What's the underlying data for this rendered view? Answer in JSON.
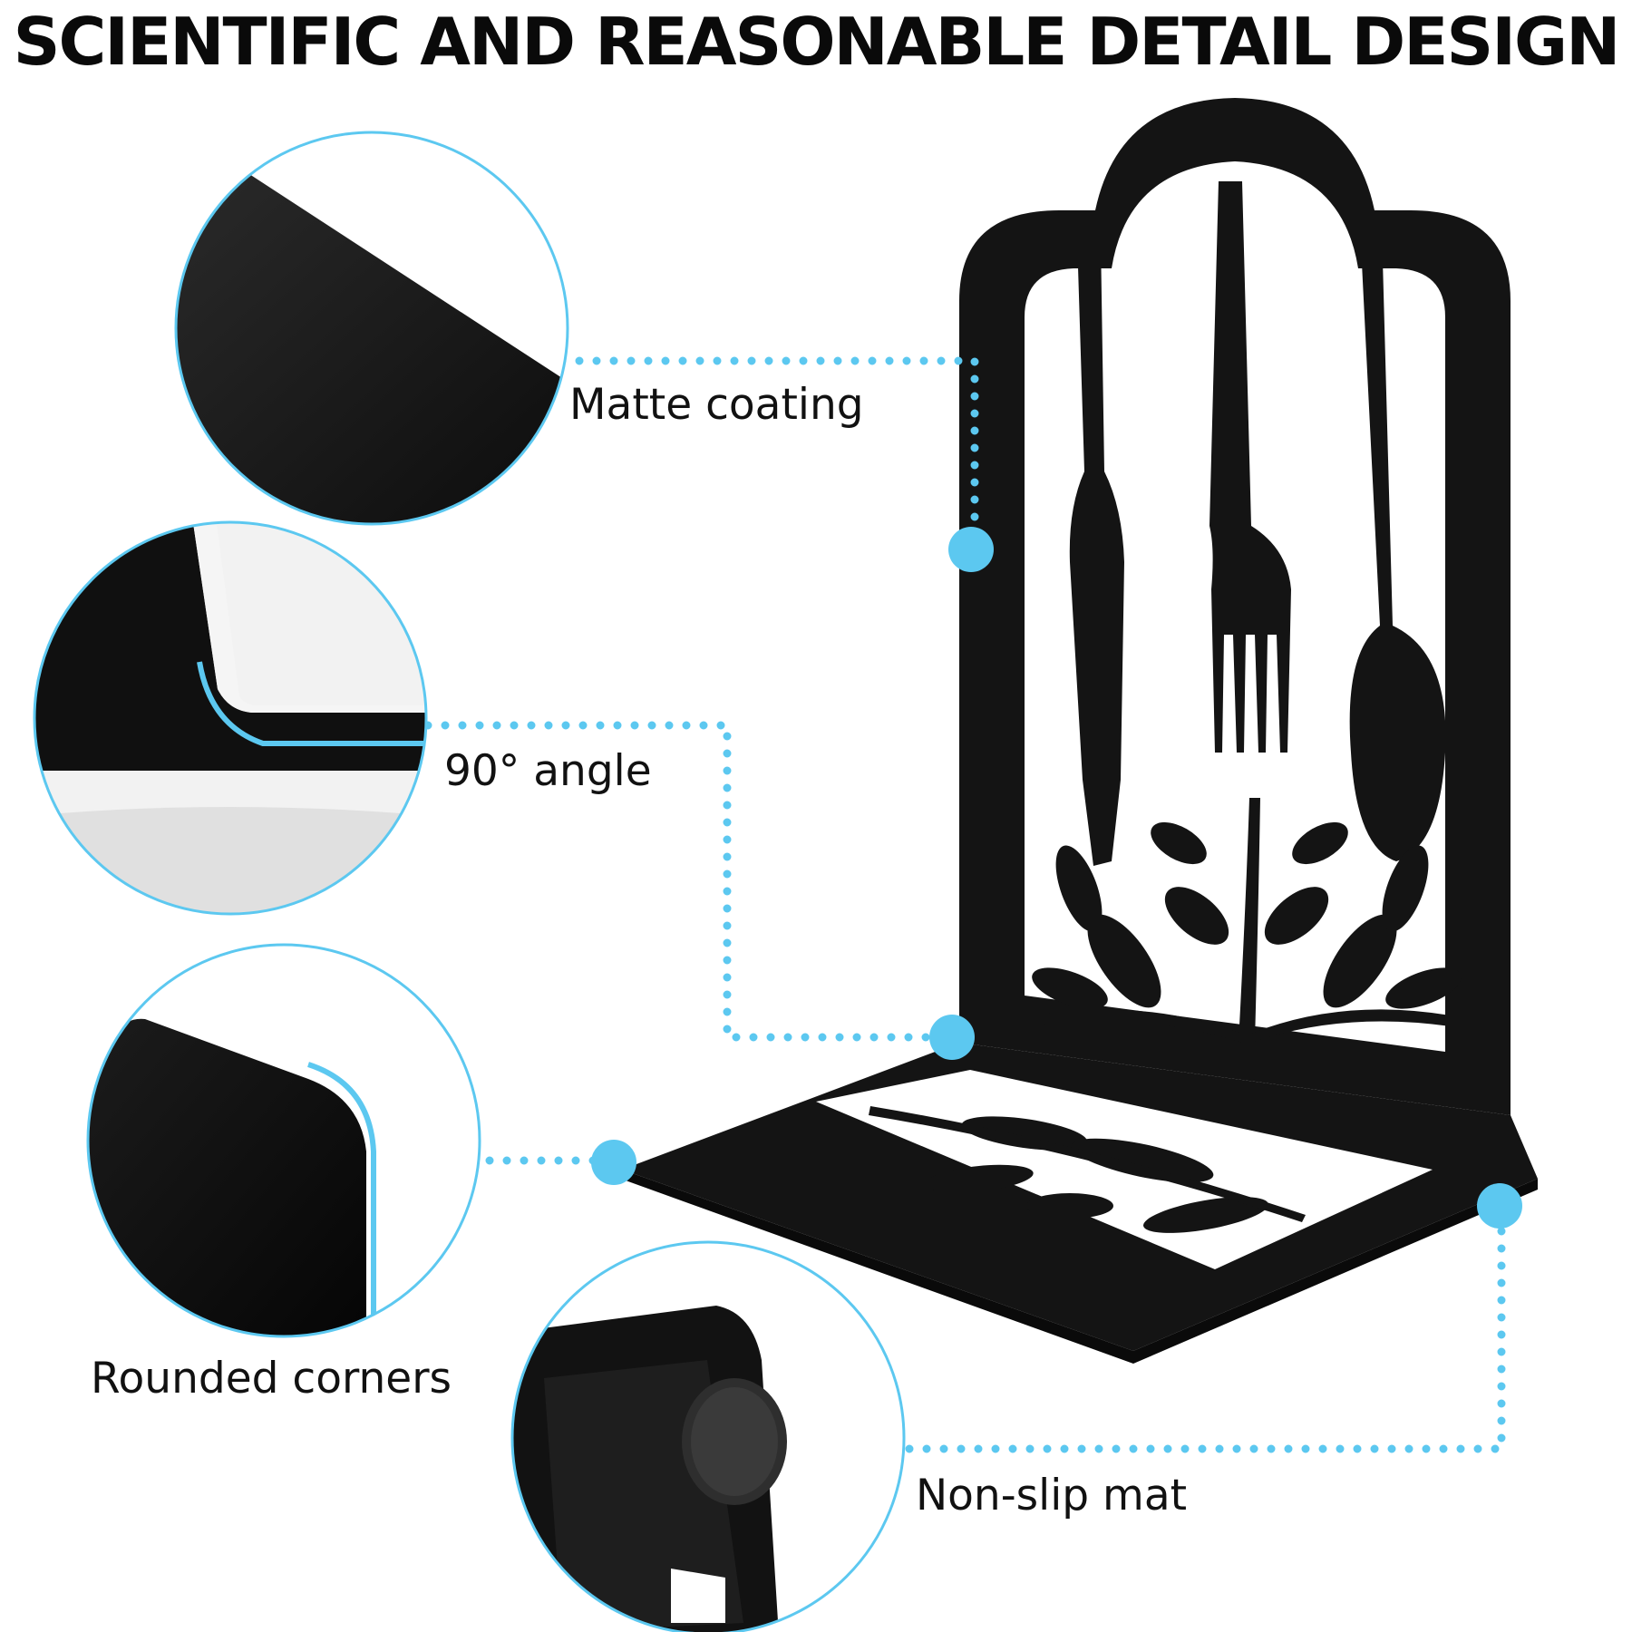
{
  "page": {
    "title": "SCIENTIFIC AND REASONABLE DETAIL DESIGN"
  },
  "callouts": [
    {
      "id": "matte",
      "label": "Matte coating",
      "icon": "matte-coating-closeup"
    },
    {
      "id": "angle",
      "label": "90° angle",
      "icon": "right-angle-closeup"
    },
    {
      "id": "corners",
      "label": "Rounded corners",
      "icon": "rounded-corner-closeup"
    },
    {
      "id": "mat",
      "label": "Non-slip mat",
      "icon": "non-slip-mat-closeup"
    }
  ],
  "colors": {
    "accent": "#5cc8f0",
    "metal": "#141414",
    "text": "#111111",
    "background": "#ffffff"
  }
}
